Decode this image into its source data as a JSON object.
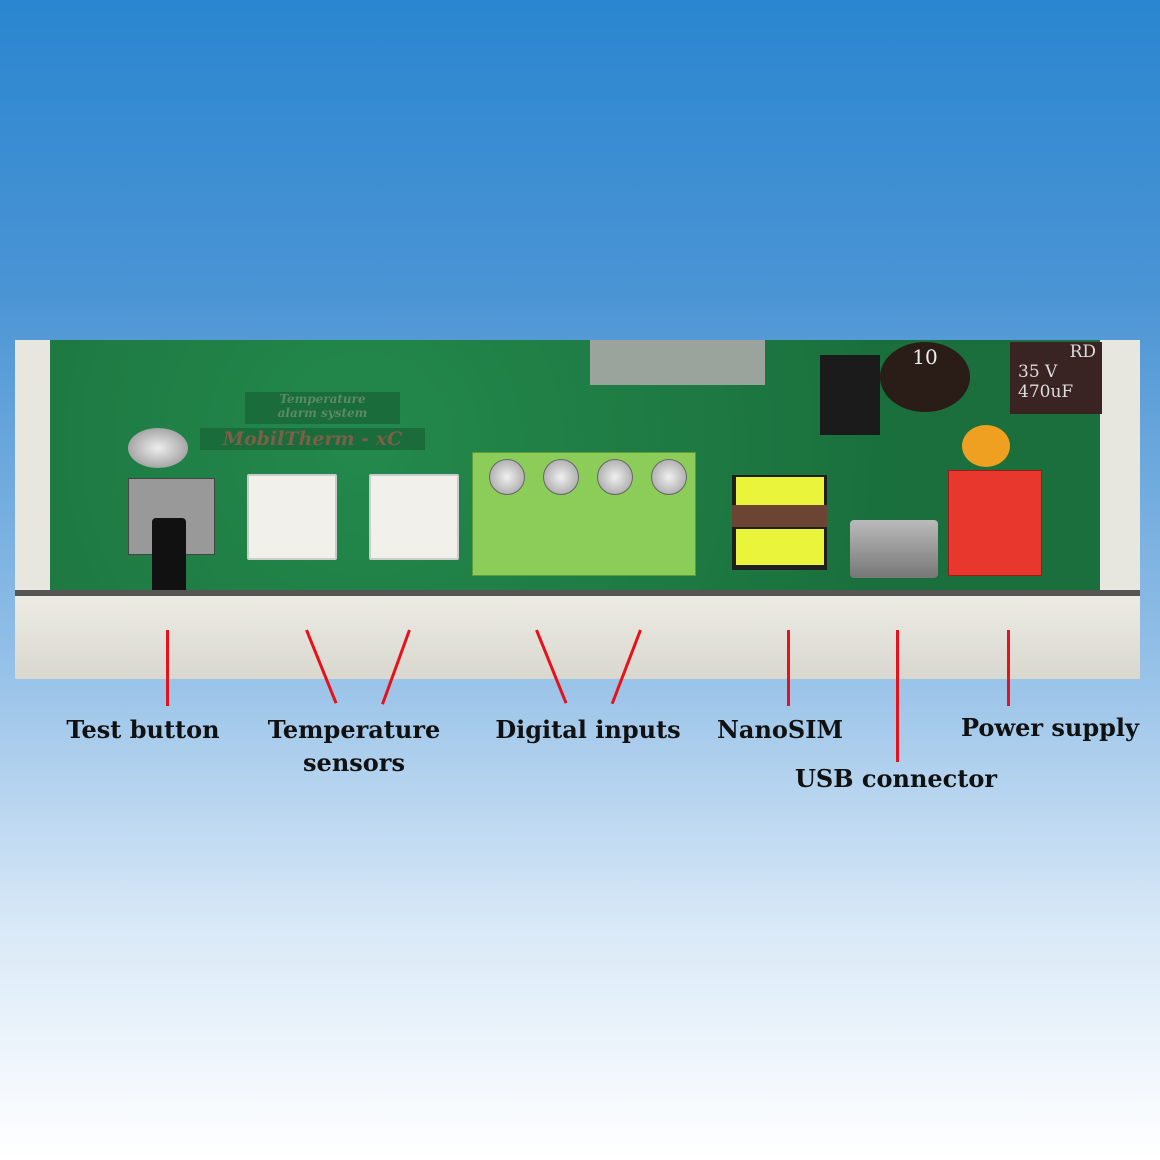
{
  "board": {
    "silkscreen_line1": "Temperature",
    "silkscreen_line2": "alarm system",
    "product_name": "MobilTherm - xC",
    "inductor_marking": "10",
    "capacitor_marking": "35 V 470uF",
    "capacitor_series": "RD"
  },
  "labels": {
    "test_button": "Test button",
    "temperature_sensors_line1": "Temperature",
    "temperature_sensors_line2": "sensors",
    "digital_inputs": "Digital inputs",
    "nanosim": "NanoSIM",
    "usb_connector": "USB connector",
    "power_supply": "Power supply"
  },
  "colors": {
    "callout_line": "#e8111a",
    "pcb": "#1d7a43",
    "terminal_green": "#8ccd5a",
    "terminal_red": "#e8382e"
  }
}
